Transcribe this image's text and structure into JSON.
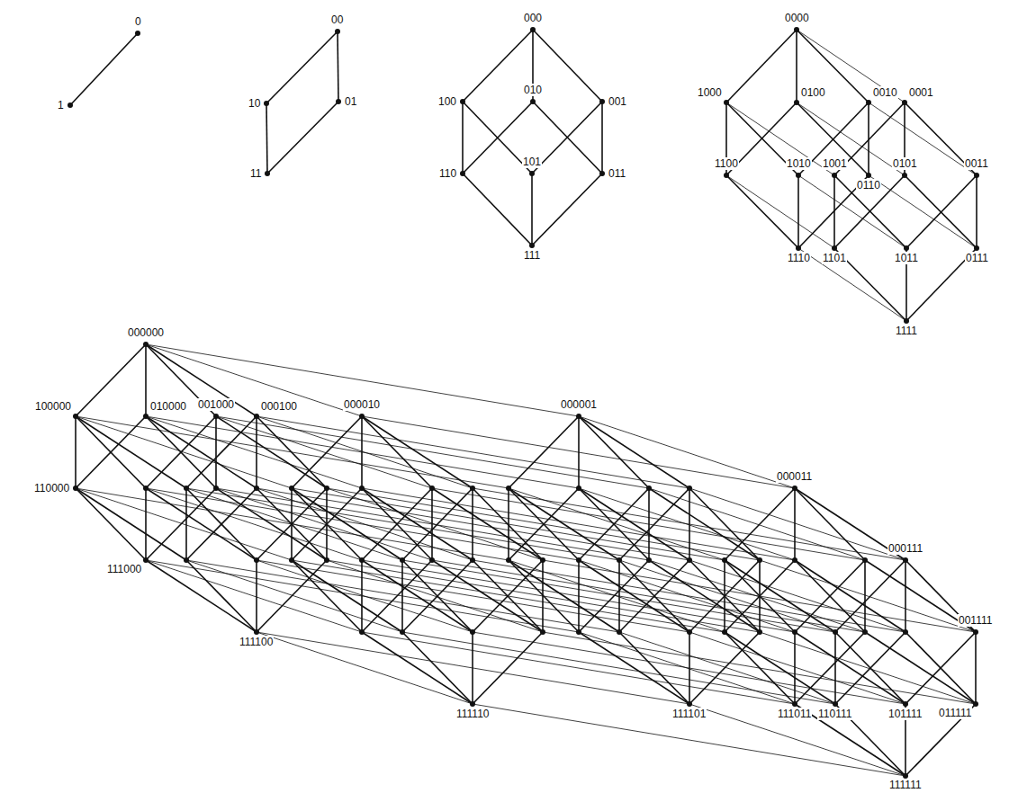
{
  "diagram": {
    "labels": [
      "0",
      "1",
      "00",
      "10",
      "01",
      "11",
      "000",
      "100",
      "010",
      "001",
      "110",
      "101",
      "011",
      "111",
      "0000",
      "1000",
      "0100",
      "0010",
      "0001",
      "1100",
      "1010",
      "1001",
      "0101",
      "0110",
      "0011",
      "1110",
      "1101",
      "1011",
      "0111",
      "1111",
      "000000",
      "100000",
      "010000",
      "001000",
      "000100",
      "000010",
      "000001",
      "110000",
      "000011",
      "111000",
      "000111",
      "111100",
      "001111",
      "111110",
      "111101",
      "111011",
      "110111",
      "101111",
      "011111",
      "111111"
    ]
  }
}
